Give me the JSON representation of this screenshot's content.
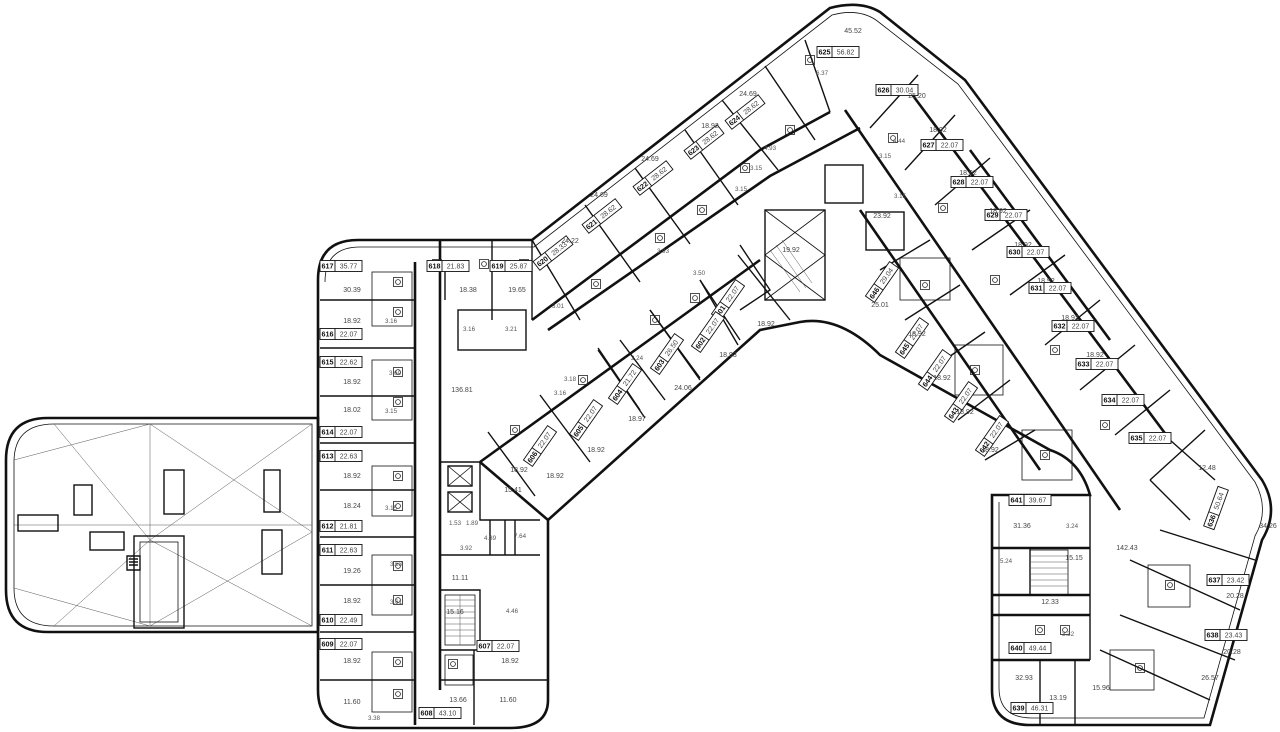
{
  "units": [
    {
      "id": "617",
      "area": "35.77"
    },
    {
      "id": "616",
      "area": "22.07"
    },
    {
      "id": "615",
      "area": "22.62"
    },
    {
      "id": "614",
      "area": "22.07"
    },
    {
      "id": "613",
      "area": "22.63"
    },
    {
      "id": "612",
      "area": "21.81"
    },
    {
      "id": "611",
      "area": "22.63"
    },
    {
      "id": "610",
      "area": "22.49"
    },
    {
      "id": "609",
      "area": "22.07"
    },
    {
      "id": "608",
      "area": "43.10"
    },
    {
      "id": "607",
      "area": "22.07"
    },
    {
      "id": "618",
      "area": "21.83"
    },
    {
      "id": "619",
      "area": "25.87"
    },
    {
      "id": "620",
      "area": "28.33"
    },
    {
      "id": "621",
      "area": "28.62"
    },
    {
      "id": "622",
      "area": "28.62"
    },
    {
      "id": "623",
      "area": "28.62"
    },
    {
      "id": "624",
      "area": "28.62"
    },
    {
      "id": "625",
      "area": "56.82"
    },
    {
      "id": "626",
      "area": "30.04"
    },
    {
      "id": "627",
      "area": "22.07"
    },
    {
      "id": "628",
      "area": "22.07"
    },
    {
      "id": "629",
      "area": "22.07"
    },
    {
      "id": "630",
      "area": "22.07"
    },
    {
      "id": "631",
      "area": "22.07"
    },
    {
      "id": "632",
      "area": "22.07"
    },
    {
      "id": "633",
      "area": "22.07"
    },
    {
      "id": "634",
      "area": "22.07"
    },
    {
      "id": "635",
      "area": "22.07"
    },
    {
      "id": "636",
      "area": "50.64"
    },
    {
      "id": "637",
      "area": "23.42"
    },
    {
      "id": "638",
      "area": "23.43"
    },
    {
      "id": "639",
      "area": "46.31"
    },
    {
      "id": "640",
      "area": "49.44"
    },
    {
      "id": "641",
      "area": "39.67"
    },
    {
      "id": "642",
      "area": "22.07"
    },
    {
      "id": "643",
      "area": "22.07"
    },
    {
      "id": "644",
      "area": "22.07"
    },
    {
      "id": "645",
      "area": "22.07"
    },
    {
      "id": "646",
      "area": "29.04"
    },
    {
      "id": "601",
      "area": "22.07"
    },
    {
      "id": "602",
      "area": "22.07"
    },
    {
      "id": "603",
      "area": "26.50"
    },
    {
      "id": "604",
      "area": "21.72"
    },
    {
      "id": "605",
      "area": "22.07"
    },
    {
      "id": "606",
      "area": "22.07"
    }
  ],
  "room_areas": [
    "30.39",
    "18.92",
    "18.92",
    "18.02",
    "18.92",
    "18.24",
    "19.26",
    "18.92",
    "18.92",
    "11.60",
    "11.60",
    "18.38",
    "19.65",
    "3.16",
    "3.21",
    "3.01",
    "24.22",
    "24.69",
    "24.69",
    "18.92",
    "24.69",
    "45.52",
    "25.20",
    "18.92",
    "18.92",
    "18.92",
    "18.92",
    "18.92",
    "18.92",
    "18.92",
    "12.48",
    "34.26",
    "20.28",
    "20.28",
    "26.57",
    "15.96",
    "32.93",
    "13.19",
    "12.33",
    "3.32",
    "5.24",
    "31.36",
    "3.24",
    "15.15",
    "142.43",
    "25.01",
    "18.92",
    "18.92",
    "18.92",
    "18.92",
    "23.92",
    "19.92",
    "18.92",
    "18.93",
    "24.06",
    "18.97",
    "18.92",
    "18.92",
    "18.92",
    "136.81",
    "15.41",
    "7.64",
    "1.53",
    "1.89",
    "4.39",
    "3.92",
    "11.11",
    "15.16",
    "4.46",
    "13.66",
    "18.92",
    "3.38",
    "3.16",
    "3.15",
    "3.15",
    "3.60",
    "4.44",
    "3.15",
    "3.15",
    "2.24",
    "3.16",
    "3.18",
    "6.37",
    "3.50",
    "3.93",
    "4.93",
    "3.15",
    "3.15",
    "3.63",
    "3.61"
  ]
}
